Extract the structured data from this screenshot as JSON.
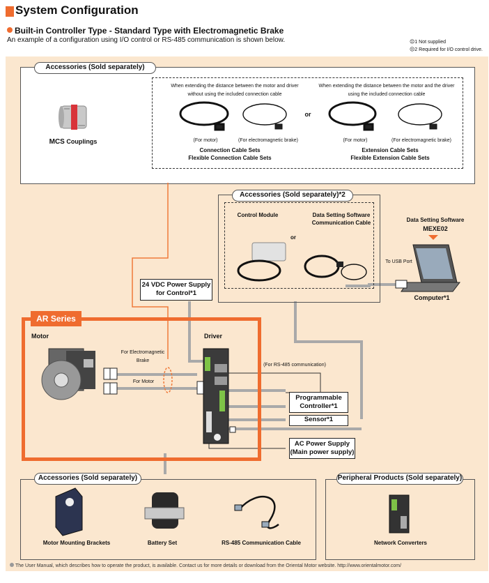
{
  "header": {
    "title": "System Configuration",
    "subtitle": "Built-in Controller Type - Standard Type with Electromagnetic Brake",
    "description": "An example of a configuration using I/O control or RS-485 communication is shown below.",
    "note1": "☹1 Not supplied",
    "note2": "☹2 Required for I/O control drive."
  },
  "accessories_top": {
    "label": "Accessories (Sold separately)",
    "couplings_brand": "MCS",
    "couplings_label": "Couplings",
    "conn_desc": "When extending the distance between the motor and driver without using the included connection cable",
    "ext_desc": "When extending the distance between the motor and the driver using the included connection cable",
    "for_motor": "(For motor)",
    "for_brake": "(For electromagnetic brake)",
    "or": "or",
    "conn_title1": "Connection Cable Sets",
    "conn_title2": "Flexible Connection Cable Sets",
    "ext_title1": "Extension Cable Sets",
    "ext_title2": "Flexible Extension Cable Sets"
  },
  "accessories_mid": {
    "label": "Accessories (Sold separately)*2",
    "control_module": "Control Module",
    "data_cable1": "Data Setting Software",
    "data_cable2": "Communication Cable",
    "or": "or"
  },
  "software": {
    "label": "Data Setting Software",
    "name": "MEXE02",
    "usb": "To USB Port",
    "computer": "Computer*1"
  },
  "power24": {
    "line1": "24 VDC Power Supply",
    "line2": "for Control*1"
  },
  "ar": {
    "series_bold": "AR",
    "series_rest": " Series",
    "motor": "Motor",
    "driver": "Driver",
    "for_brake1": "For Electromagnetic",
    "for_brake2": "Brake",
    "for_motor": "For Motor",
    "rs485": "(For RS-485 communication)"
  },
  "plc": {
    "line1": "Programmable",
    "line2": "Controller*1"
  },
  "sensor": {
    "label": "Sensor*1"
  },
  "ac": {
    "line1": "AC Power Supply",
    "line2": "(Main power supply)"
  },
  "accessories_bottom": {
    "label": "Accessories (Sold separately)",
    "brackets": "Motor Mounting Brackets",
    "battery": "Battery Set",
    "rs485_cable": "RS-485 Communication Cable"
  },
  "peripheral": {
    "label": "Peripheral Products (Sold separately)",
    "converters": "Network Converters"
  },
  "footer": "The User Manual, which describes how to operate the product, is available. Contact us for more details or download from the Oriental Motor website. http://www.orientalmotor.com/",
  "colors": {
    "accent": "#ef6c2f",
    "panel": "#fbe7cf",
    "line": "#a9a9a9"
  }
}
